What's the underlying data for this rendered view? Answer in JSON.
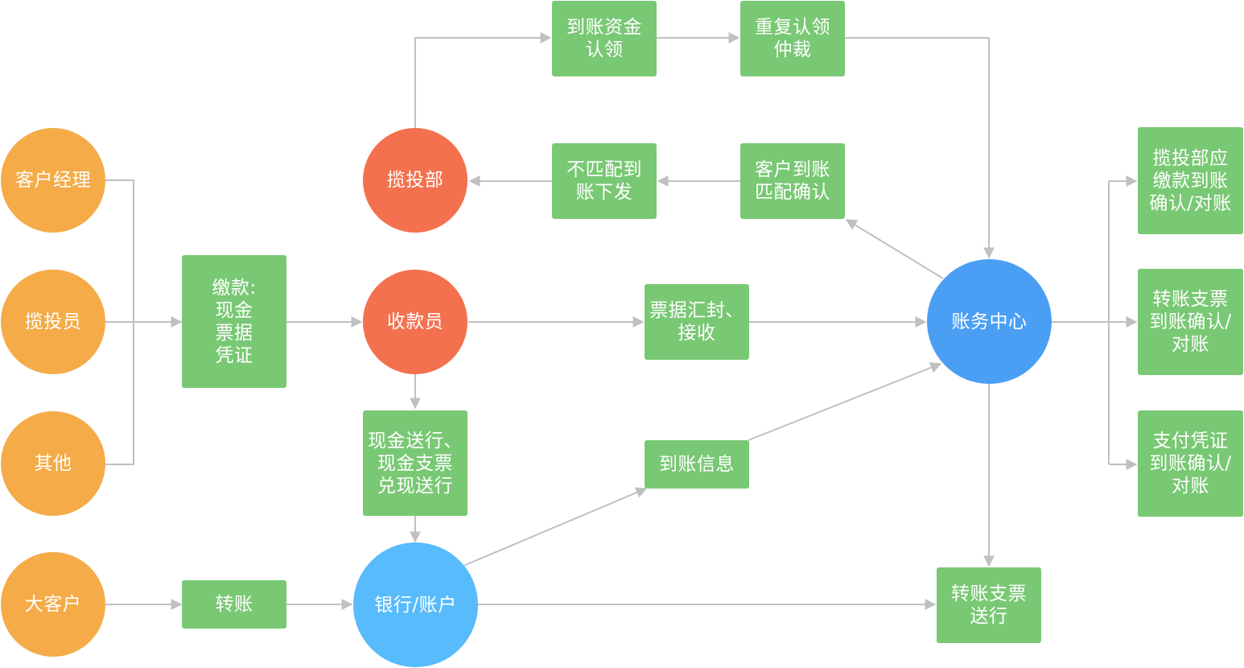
{
  "colors": {
    "orange": "#F4AB48",
    "red": "#F3714E",
    "blue": "#4A9FF5",
    "lightblue": "#57BBFC",
    "green": "#79C874",
    "edge": "#C0C0C0"
  },
  "nodes": {
    "kehu_jingli": "客户经理",
    "lantou_yuan": "揽投员",
    "qita": "其他",
    "da_kehu": "大客户",
    "jiaokuan": "缴款:\n现金\n票据\n凭证",
    "zhuanzhang": "转账",
    "lantou_bu": "揽投部",
    "shoukuan_yuan": "收款员",
    "yinhang": "银行/账户",
    "daozhang_renling": "到账资金\n认领",
    "chongfu_zhongcai": "重复认领\n仲裁",
    "bupipei": "不匹配到\n账下发",
    "kehu_pipei": "客户到账\n匹配确认",
    "piaoju_huifeng": "票据汇封、\n接收",
    "xianjin_songhang": "现金送行、\n现金支票\n兑现送行",
    "daozhang_xinxi": "到账信息",
    "zhangwu_zhongxin": "账务中心",
    "zhuanzhang_zhipiao_songhang": "转账支票\n送行",
    "lantoubu_queren": "揽投部应\n缴款到账\n确认/对账",
    "zhuanzhang_zhipiao_queren": "转账支票\n到账确认/\n对账",
    "zhifu_pingzheng_queren": "支付凭证\n到账确认/\n对账"
  }
}
